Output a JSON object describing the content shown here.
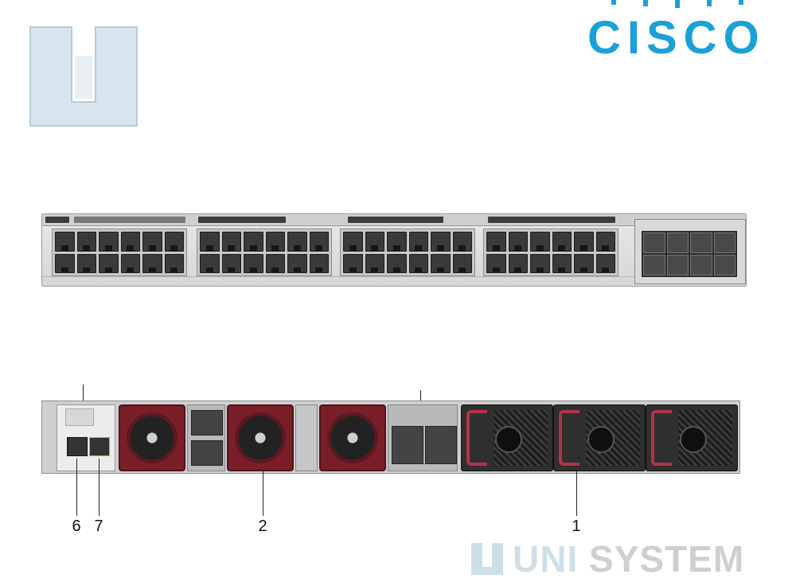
{
  "brand": {
    "cisco_logo_text": "CISCO",
    "cisco_color": "#1ba0d7",
    "watermark_prefix": "UNI",
    "watermark_suffix": "SYSTEM",
    "watermark_colors": {
      "uni": "#cfdfe9",
      "system": "#cfcfcf"
    }
  },
  "front_panel": {
    "port_groups": 4,
    "ports_per_group": 12,
    "uplink_slots": 8
  },
  "rear_panel": {
    "callouts": [
      {
        "label": "6"
      },
      {
        "label": "7"
      },
      {
        "label": "2"
      },
      {
        "label": "1"
      }
    ]
  },
  "icons": [
    "uni-system-logo-icon",
    "cisco-logo-icon",
    "fan-icon",
    "power-supply-icon"
  ]
}
